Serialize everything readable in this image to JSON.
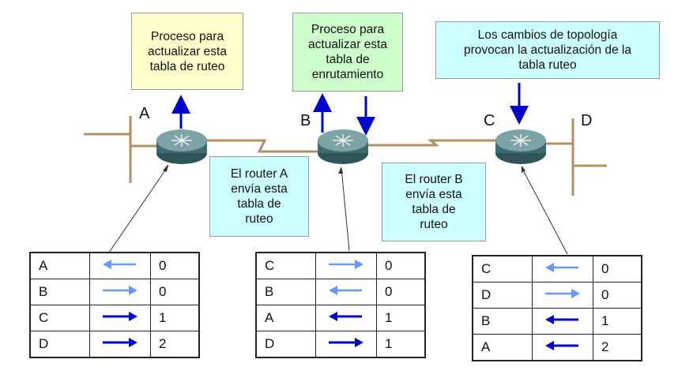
{
  "callouts": {
    "top_a": "Proceso para\nactualizar esta\ntabla de ruteo",
    "top_b": "Proceso para\nactualizar  esta\ntabla de\nenrutamiento",
    "top_c": "Los cambios de topología\nprovocan la actualización de la\ntabla ruteo",
    "send_a": "El router A\nenvía esta\ntabla de\nruteo",
    "send_b": "El router B\nenvía esta\ntabla de\nruteo"
  },
  "labels": {
    "a": "A",
    "b": "B",
    "c": "C",
    "d": "D"
  },
  "colors": {
    "yellow": "#ffffcc",
    "green": "#ccffcc",
    "cyan": "#ccffff",
    "light_arrow": "#6699ff",
    "dark_arrow": "#0000cc",
    "link": "#b09060"
  },
  "tables": {
    "a": [
      {
        "net": "A",
        "dir": "left",
        "style": "light",
        "hops": "0"
      },
      {
        "net": "B",
        "dir": "right",
        "style": "light",
        "hops": "0"
      },
      {
        "net": "C",
        "dir": "right",
        "style": "dark",
        "hops": "1"
      },
      {
        "net": "D",
        "dir": "right",
        "style": "dark",
        "hops": "2"
      }
    ],
    "b": [
      {
        "net": "C",
        "dir": "right",
        "style": "light",
        "hops": "0"
      },
      {
        "net": "B",
        "dir": "left",
        "style": "light",
        "hops": "0"
      },
      {
        "net": "A",
        "dir": "left",
        "style": "dark",
        "hops": "1"
      },
      {
        "net": "D",
        "dir": "right",
        "style": "dark",
        "hops": "1"
      }
    ],
    "c": [
      {
        "net": "C",
        "dir": "left",
        "style": "light",
        "hops": "0"
      },
      {
        "net": "D",
        "dir": "right",
        "style": "light",
        "hops": "0"
      },
      {
        "net": "B",
        "dir": "left",
        "style": "dark",
        "hops": "1"
      },
      {
        "net": "A",
        "dir": "left",
        "style": "dark",
        "hops": "2"
      }
    ]
  }
}
